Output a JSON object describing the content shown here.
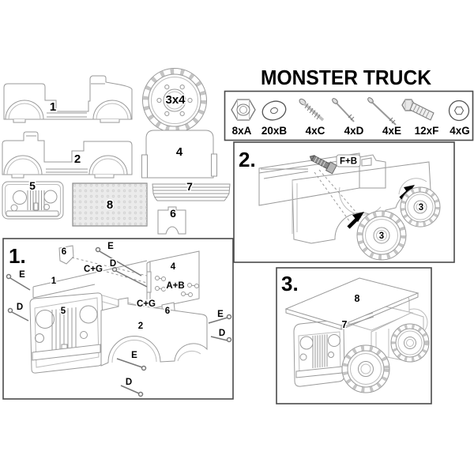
{
  "title": "MONSTER TRUCK",
  "colors": {
    "line": "#9a9a9a",
    "line_light": "#bdbdbd",
    "line_dark": "#666666",
    "text": "#000000",
    "box_border": "#4a4a4a",
    "panel_fill": "#ebebeb"
  },
  "parts": {
    "p1": "1",
    "p2": "2",
    "p3": "3x4",
    "p4": "4",
    "p5": "5",
    "p6": "6",
    "p7": "7",
    "p8": "8"
  },
  "hardware": {
    "items": [
      {
        "label": "8xA",
        "icon": "hex-nut-icon"
      },
      {
        "label": "20xB",
        "icon": "washer-icon"
      },
      {
        "label": "4xC",
        "icon": "wood-screw-icon"
      },
      {
        "label": "4xD",
        "icon": "bolt-medium-icon"
      },
      {
        "label": "4xE",
        "icon": "bolt-long-icon"
      },
      {
        "label": "12xF",
        "icon": "hex-bolt-icon"
      },
      {
        "label": "4xG",
        "icon": "barrel-nut-icon"
      }
    ]
  },
  "steps": {
    "s1": {
      "num": "1.",
      "labels": {
        "bracket_top": "6",
        "cg_top": "C+G",
        "e_top": "E",
        "d_top": "D",
        "panel4": "4",
        "ab": "A+B",
        "panel1": "1",
        "e_left": "E",
        "d_left": "D",
        "grille": "5",
        "cg_mid": "C+G",
        "bracket_mid": "6",
        "panel2": "2",
        "e_right": "E",
        "d_right": "D",
        "e_bottom": "E",
        "d_bottom": "D"
      }
    },
    "s2": {
      "num": "2.",
      "fastener": "F+B",
      "wheel_front": "3",
      "wheel_rear": "3"
    },
    "s3": {
      "num": "3.",
      "top_panel": "8",
      "front_strip": "7"
    }
  }
}
